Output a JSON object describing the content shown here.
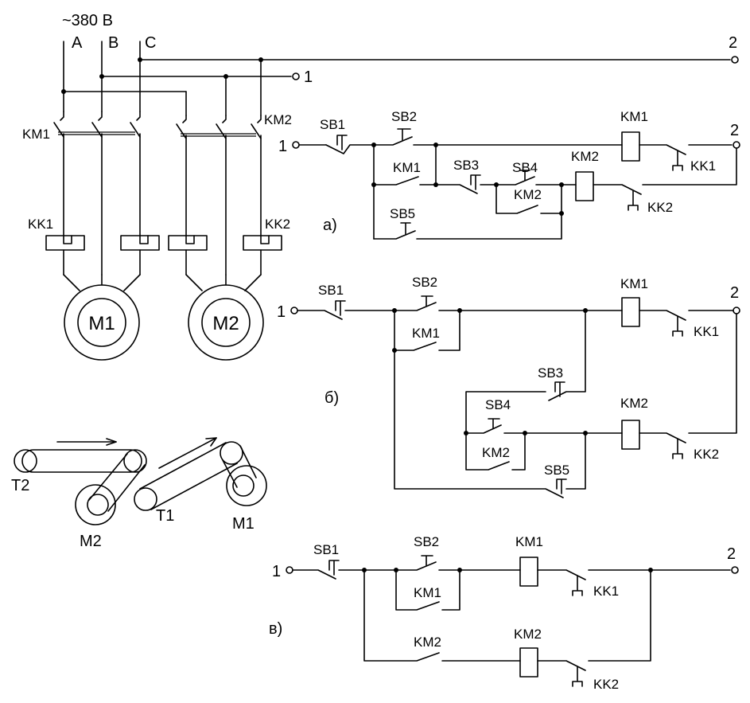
{
  "supply": {
    "voltage": "~380 В",
    "phase_a": "A",
    "phase_b": "B",
    "phase_c": "C"
  },
  "terminals": {
    "t1": "1",
    "t2": "2"
  },
  "power_circuit": {
    "km1": "KM1",
    "km2": "KM2",
    "kk1": "KK1",
    "kk2": "KK2",
    "motor1": "M1",
    "motor2": "M2"
  },
  "conveyor": {
    "t1": "T1",
    "t2": "T2",
    "m1": "M1",
    "m2": "M2"
  },
  "scheme_a": {
    "caption": "а)",
    "sb1": "SB1",
    "sb2": "SB2",
    "sb3": "SB3",
    "sb4": "SB4",
    "sb5": "SB5",
    "km1_contact": "KM1",
    "km2_contact": "KM2",
    "km1_coil": "KM1",
    "km2_coil": "KM2",
    "kk1": "KK1",
    "kk2": "KK2",
    "t1": "1",
    "t2": "2"
  },
  "scheme_b": {
    "caption": "б)",
    "sb1": "SB1",
    "sb2": "SB2",
    "sb3": "SB3",
    "sb4": "SB4",
    "sb5": "SB5",
    "km1_contact": "KM1",
    "km2_contact": "KM2",
    "km1_coil": "KM1",
    "km2_coil": "KM2",
    "kk1": "KK1",
    "kk2": "KK2",
    "t1": "1",
    "t2": "2"
  },
  "scheme_c": {
    "caption": "в)",
    "sb1": "SB1",
    "sb2": "SB2",
    "km1_contact": "KM1",
    "km2_contact": "KM2",
    "km1_coil": "KM1",
    "km2_coil": "KM2",
    "kk1": "KK1",
    "kk2": "KK2",
    "t1": "1",
    "t2": "2"
  }
}
